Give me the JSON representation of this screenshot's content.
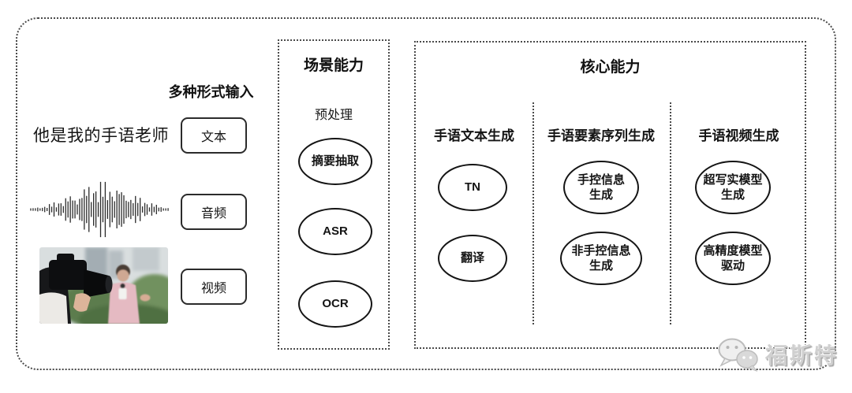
{
  "input_section": {
    "label": "多种形式输入",
    "sample_text": "他是我的手语老师",
    "modes": [
      {
        "label": "文本"
      },
      {
        "label": "音频"
      },
      {
        "label": "视频"
      }
    ],
    "icons": [
      "audio-waveform-icon",
      "video-frame-thumbnail"
    ]
  },
  "scene_box": {
    "title": "场景能力",
    "subtitle": "预处理",
    "nodes": [
      {
        "label": "摘要抽取"
      },
      {
        "label": "ASR"
      },
      {
        "label": "OCR"
      }
    ]
  },
  "core_box": {
    "title": "核心能力",
    "columns": [
      {
        "header": "手语文本生成",
        "nodes": [
          {
            "label": "TN"
          },
          {
            "label": "翻译"
          }
        ]
      },
      {
        "header": "手语要素序列生成",
        "nodes": [
          {
            "label": "手控信息\n生成"
          },
          {
            "label": "非手控信息\n生成"
          }
        ]
      },
      {
        "header": "手语视频生成",
        "nodes": [
          {
            "label": "超写实模型\n生成"
          },
          {
            "label": "高精度模型\n驱动"
          }
        ]
      }
    ]
  },
  "watermark": {
    "text": "福斯特",
    "icon": "wechat-bubbles-icon"
  },
  "colors": {
    "background": "#ffffff",
    "border": "#4a4a4a",
    "node_border": "#141414",
    "text": "#1c1c1c",
    "watermark": "#d0d0d0"
  }
}
